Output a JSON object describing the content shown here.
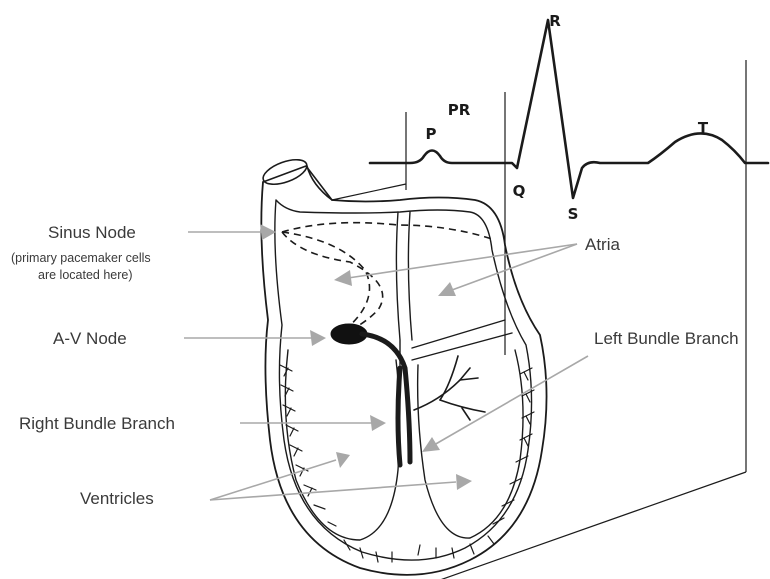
{
  "ecg": {
    "waves": {
      "p": "P",
      "pr": "PR",
      "q": "Q",
      "r": "R",
      "s": "S",
      "t": "T"
    }
  },
  "labels": {
    "sinus_node": "Sinus Node",
    "sinus_note_line1": "(primary pacemaker cells",
    "sinus_note_line2": "are located here)",
    "av_node": "A-V Node",
    "right_bundle": "Right Bundle Branch",
    "ventricles": "Ventricles",
    "atria": "Atria",
    "left_bundle": "Left Bundle Branch"
  },
  "colors": {
    "ink": "#1b1b1b",
    "pointer": "#a8a8a8",
    "label": "#3a3a3a"
  }
}
